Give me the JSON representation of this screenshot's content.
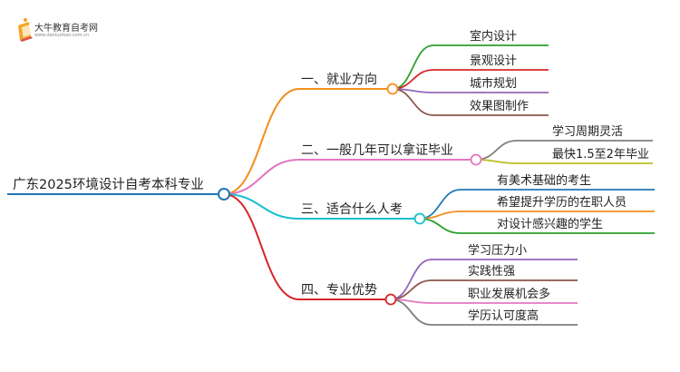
{
  "logo": {
    "name": "大牛教育自考网",
    "url": "www.daniuzikao.com.cn"
  },
  "root": {
    "label": "广东2025环境设计自考本科专业",
    "color": "#1f77b4"
  },
  "branches": [
    {
      "label": "一、就业方向",
      "color": "#f28e1c",
      "children": [
        {
          "label": "室内设计",
          "color": "#2ca02c"
        },
        {
          "label": "景观设计",
          "color": "#d62728"
        },
        {
          "label": "城市规划",
          "color": "#9467bd"
        },
        {
          "label": "效果图制作",
          "color": "#8c564b"
        }
      ]
    },
    {
      "label": "二、一般几年可以拿证毕业",
      "color": "#e377c2",
      "children": [
        {
          "label": "学习周期灵活",
          "color": "#7f7f7f"
        },
        {
          "label": "最快1.5至2年毕业",
          "color": "#bcbd22"
        }
      ]
    },
    {
      "label": "三、适合什么人考",
      "color": "#17becf",
      "children": [
        {
          "label": "有美术基础的考生",
          "color": "#1f77b4"
        },
        {
          "label": "希望提升学历的在职人员",
          "color": "#f28e1c"
        },
        {
          "label": "对设计感兴趣的学生",
          "color": "#2ca02c"
        }
      ]
    },
    {
      "label": "四、专业优势",
      "color": "#d62728",
      "children": [
        {
          "label": "学习压力小",
          "color": "#9467bd"
        },
        {
          "label": "实践性强",
          "color": "#8c564b"
        },
        {
          "label": "职业发展机会多",
          "color": "#e377c2"
        },
        {
          "label": "学历认可度高",
          "color": "#7f7f7f"
        }
      ]
    }
  ]
}
